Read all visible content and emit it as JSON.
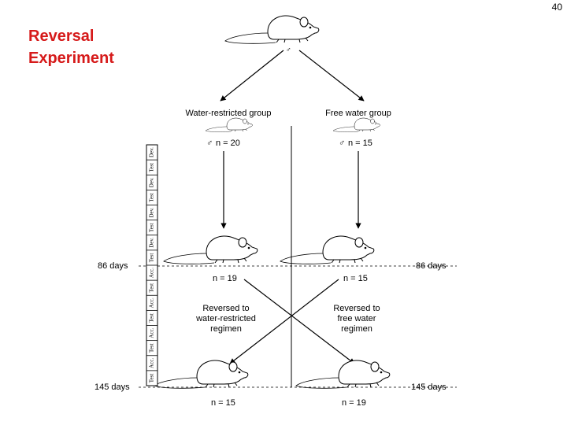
{
  "slide": {
    "page_number": "40",
    "title_line1": "Reversal",
    "title_line2": "Experiment"
  },
  "diagram": {
    "groups": {
      "left": {
        "label": "Water-restricted group",
        "sex_symbol": "♂",
        "n_start": "n = 20",
        "n_mid": "n = 19",
        "n_end": "n = 15"
      },
      "right": {
        "label": "Free water group",
        "sex_symbol": "♂",
        "n_start": "n = 15",
        "n_mid": "n = 15",
        "n_end": "n = 19"
      }
    },
    "time_points": {
      "mid_left": "86 days",
      "mid_right": "86 days",
      "end_left": "145 days",
      "end_right": "145 days"
    },
    "reversal": {
      "left_line1": "Reversed to",
      "left_line2": "water-restricted",
      "left_line3": "regimen",
      "right_line1": "Reversed to",
      "right_line2": "free water",
      "right_line3": "regimen"
    },
    "strip_cells": [
      "Dev.",
      "Test",
      "Dev.",
      "Test",
      "Dev.",
      "Test",
      "Dev.",
      "Test",
      "Acc.",
      "Test",
      "Acc.",
      "Test",
      "Acc.",
      "Test",
      "Acc.",
      "Test"
    ]
  }
}
